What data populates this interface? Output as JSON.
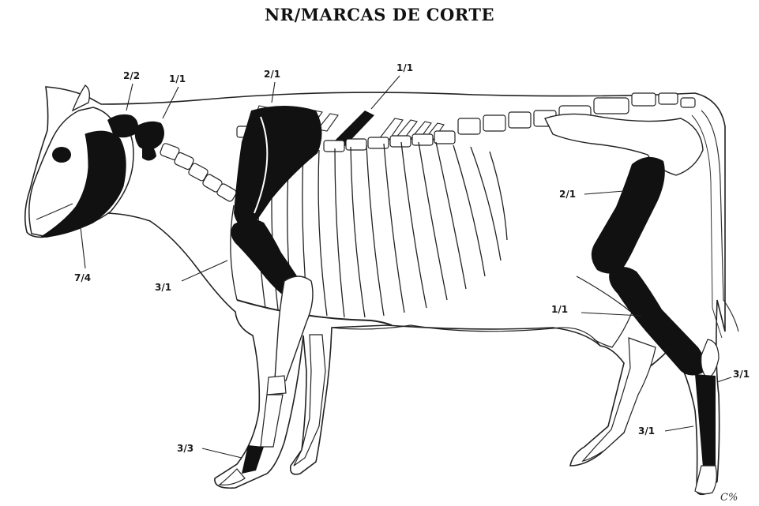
{
  "title": "NR/MARCAS DE CORTE",
  "colors": {
    "marked_bone": "#111111",
    "outline": "#222222",
    "bone_fill": "#ffffff",
    "background": "#ffffff"
  },
  "labels": {
    "head_cheek": "7/4",
    "skull_base": "2/2",
    "atlas_axis": "1/1",
    "scapula": "2/1",
    "thoracic_spine": "1/1",
    "humerus": "3/1",
    "femur": "2/1",
    "tibia": "1/1",
    "hock": "3/1",
    "metatarsal": "3/1",
    "front_hoof": "3/3"
  },
  "signature": "C%"
}
